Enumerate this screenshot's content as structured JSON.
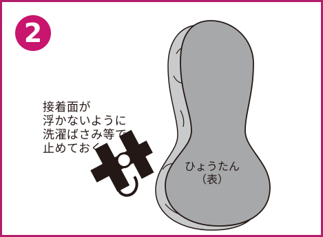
{
  "step": {
    "number": "2",
    "badge_color": "#c8156e"
  },
  "instruction_text": "接着面が\n浮かないように\n洗濯ばさみ等で\n止めておく",
  "gourd": {
    "label_line1": "ひょうたん",
    "label_line2": "（表）",
    "front_color": "#a7a8aa",
    "back_color": "#c9cacb"
  },
  "frame_color": "#b31d6a",
  "icons": [
    "clothespin-icon"
  ]
}
